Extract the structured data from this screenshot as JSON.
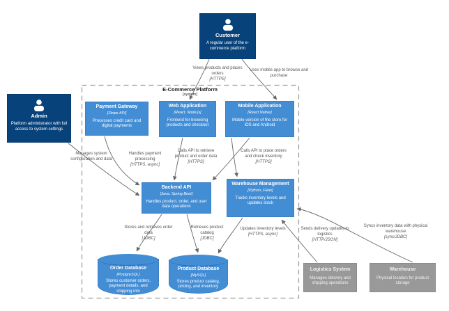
{
  "boundary": {
    "title": "E-Commerce Platform",
    "subtitle": "[system]"
  },
  "colors": {
    "person": "#08427b",
    "container": "#438dd5",
    "external": "#999999",
    "arrow": "#666666"
  },
  "nodes": {
    "customer": {
      "title": "Customer",
      "tech": "",
      "desc": "A regular user of the e-commerce platform"
    },
    "admin": {
      "title": "Admin",
      "tech": "",
      "desc": "Platform administrator with full access to system settings"
    },
    "payment_gateway": {
      "title": "Payment Gateway",
      "tech": "[Stripe API]",
      "desc": "Processes credit card and digital payments"
    },
    "web_app": {
      "title": "Web Application",
      "tech": "[React, Node.js]",
      "desc": "Frontend for browsing products and checkout"
    },
    "mobile_app": {
      "title": "Mobile Application",
      "tech": "[React Native]",
      "desc": "Mobile version of the store for iOS and Android"
    },
    "backend_api": {
      "title": "Backend API",
      "tech": "[Java, Spring Boot]",
      "desc": "Handles product, order, and user data operations"
    },
    "warehouse_mgmt": {
      "title": "Warehouse Management",
      "tech": "[Python, Flask]",
      "desc": "Tracks inventory levels and updates stock"
    },
    "order_db": {
      "title": "Order Database",
      "tech": "[PostgreSQL]",
      "desc": "Stores customer orders, payment details, and shipping info"
    },
    "product_db": {
      "title": "Product Database",
      "tech": "[MySQL]",
      "desc": "Stores product catalog, pricing, and inventory"
    },
    "logistics": {
      "title": "Logistics System",
      "tech": "",
      "desc": "Manages delivery and shipping operations"
    },
    "warehouse": {
      "title": "Warehouse",
      "tech": "",
      "desc": "Physical location for product storage"
    }
  },
  "edges": {
    "views": {
      "text": "Views products and places orders",
      "tech": "[HTTPS]"
    },
    "uses": {
      "text": "Uses mobile app to browse and purchase",
      "tech": ""
    },
    "manages": {
      "text": "Manages system configuration and data",
      "tech": ""
    },
    "handles": {
      "text": "Handles payment processing",
      "tech": "[HTTPS, async]"
    },
    "calls_retrieve": {
      "text": "Calls API to retrieve product and order data",
      "tech": "[HTTPS]"
    },
    "calls_place": {
      "text": "Calls API to place orders and check inventory",
      "tech": "[HTTPS]"
    },
    "stores": {
      "text": "Stores and retrieves order data",
      "tech": "[JDBC]"
    },
    "retrieves": {
      "text": "Retrieves product catalog",
      "tech": "[JDBC]"
    },
    "updates": {
      "text": "Updates inventory levels",
      "tech": "[HTTPS, async]"
    },
    "sends": {
      "text": "Sends delivery updates to logistics",
      "tech": "[HTTP/JSON]"
    },
    "syncs": {
      "text": "Syncs inventory data with physical warehouse",
      "tech": "[sync/JDBC]"
    }
  }
}
